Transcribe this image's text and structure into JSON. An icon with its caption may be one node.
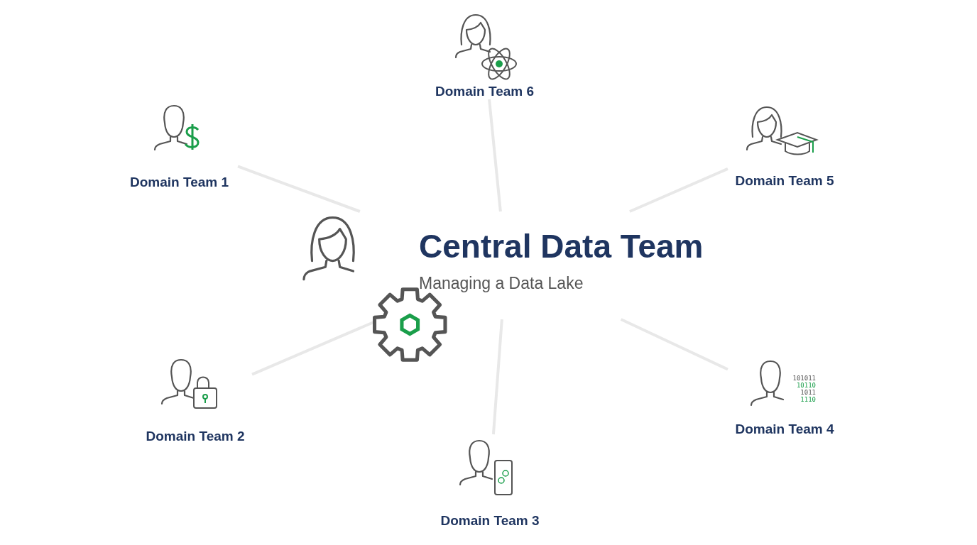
{
  "diagram": {
    "nodes": [
      {
        "text": [
          "Central Data Team",
          "Managing a Data Lake"
        ]
      },
      {
        "text": [
          "Domain Team 1"
        ]
      },
      {
        "text": [
          "Domain Team 2"
        ]
      },
      {
        "text": [
          "Domain Team 3"
        ]
      },
      {
        "text": [
          "Domain Team 4"
        ]
      },
      {
        "text": [
          "Domain Team 5"
        ]
      },
      {
        "text": [
          "Domain Team 6"
        ]
      }
    ],
    "edges": [
      {
        "from": 0,
        "to": 1,
        "arrow": "none"
      },
      {
        "from": 0,
        "to": 2,
        "arrow": "none"
      },
      {
        "from": 0,
        "to": 3,
        "arrow": "none"
      },
      {
        "from": 0,
        "to": 4,
        "arrow": "none"
      },
      {
        "from": 0,
        "to": 5,
        "arrow": "none"
      },
      {
        "from": 0,
        "to": 6,
        "arrow": "none"
      }
    ],
    "labels": [
      "101011",
      "10110",
      "1011",
      "1110"
    ]
  }
}
